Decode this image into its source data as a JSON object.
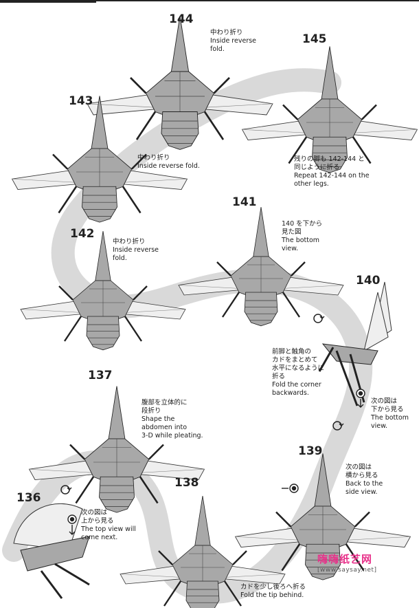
{
  "steps": {
    "s136": {
      "num": "136",
      "lines": [
        "次の図は",
        "上から見る",
        "The top view will",
        "come next."
      ]
    },
    "s137": {
      "num": "137",
      "lines": [
        "腹部を立体的に",
        "段折り",
        "Shape the",
        "abdomen into",
        "3-D while pleating."
      ]
    },
    "s138": {
      "num": "138",
      "lines": [
        "カドを少し後ろへ折る",
        "Fold the tip behind."
      ]
    },
    "s139": {
      "num": "139",
      "lines": [
        "次の図は",
        "横から見る",
        "Back to the",
        "side view."
      ]
    },
    "s140": {
      "num": "140",
      "lines": [
        "前脚と触角の",
        "カドをまとめて",
        "水平になるように",
        "折る",
        "Fold the corner",
        "backwards."
      ],
      "lines2": [
        "次の図は",
        "下から見る",
        "The bottom",
        "view."
      ]
    },
    "s141": {
      "num": "141",
      "lines": [
        "140 を下から",
        "見た図",
        "The bottom",
        "view."
      ]
    },
    "s142": {
      "num": "142",
      "lines": [
        "中わり折り",
        "Inside reverse",
        "fold."
      ]
    },
    "s143": {
      "num": "143",
      "lines": [
        "中わり折り",
        "Inside reverse fold."
      ]
    },
    "s144": {
      "num": "144",
      "lines": [
        "中わり折り",
        "Inside reverse",
        "fold."
      ]
    },
    "s145": {
      "num": "145",
      "lines": [
        "残りの脚も 142-144 と",
        "同じように折る",
        "Repeat 142-144 on the",
        "other legs."
      ]
    }
  },
  "watermark": {
    "title": "嗨嗨纸艺网",
    "url": "[www.saysay.net]"
  },
  "colors": {
    "band": "#d9d9d9",
    "paper": "#a8a8a8",
    "wing": "#efefef",
    "ink": "#1a1a1a",
    "brand": "#e8318a"
  }
}
